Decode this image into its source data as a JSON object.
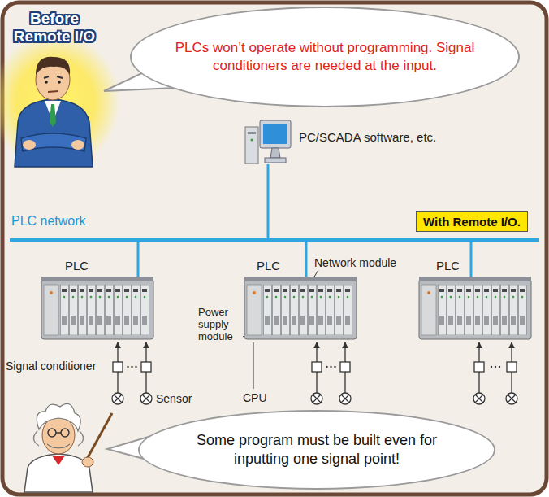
{
  "diagram": {
    "nodes": [
      {
        "text": [
          "PLCs won’t operate without programming. Signal conditioners are needed at the input."
        ]
      },
      {
        "text": [
          "PC/SCADA software, etc."
        ]
      },
      {
        "text": [
          "PLC network"
        ]
      },
      {
        "text": [
          "With Remote I/O."
        ]
      },
      {
        "text": [
          "PLC"
        ]
      },
      {
        "text": [
          "PLC"
        ]
      },
      {
        "text": [
          "PLC"
        ]
      },
      {
        "text": [
          "Some program must be built even for inputting one signal point!"
        ]
      }
    ],
    "edges": [
      {
        "from": 1,
        "to": 2,
        "arrow": "none"
      },
      {
        "from": 2,
        "to": 4,
        "arrow": "none"
      },
      {
        "from": 2,
        "to": 5,
        "arrow": "none"
      },
      {
        "from": 2,
        "to": 6,
        "arrow": "none"
      }
    ],
    "labels": [
      "Before Remote I/O",
      "Network module",
      "Power supply module",
      "CPU",
      "Signal conditioner",
      "Sensor"
    ]
  }
}
